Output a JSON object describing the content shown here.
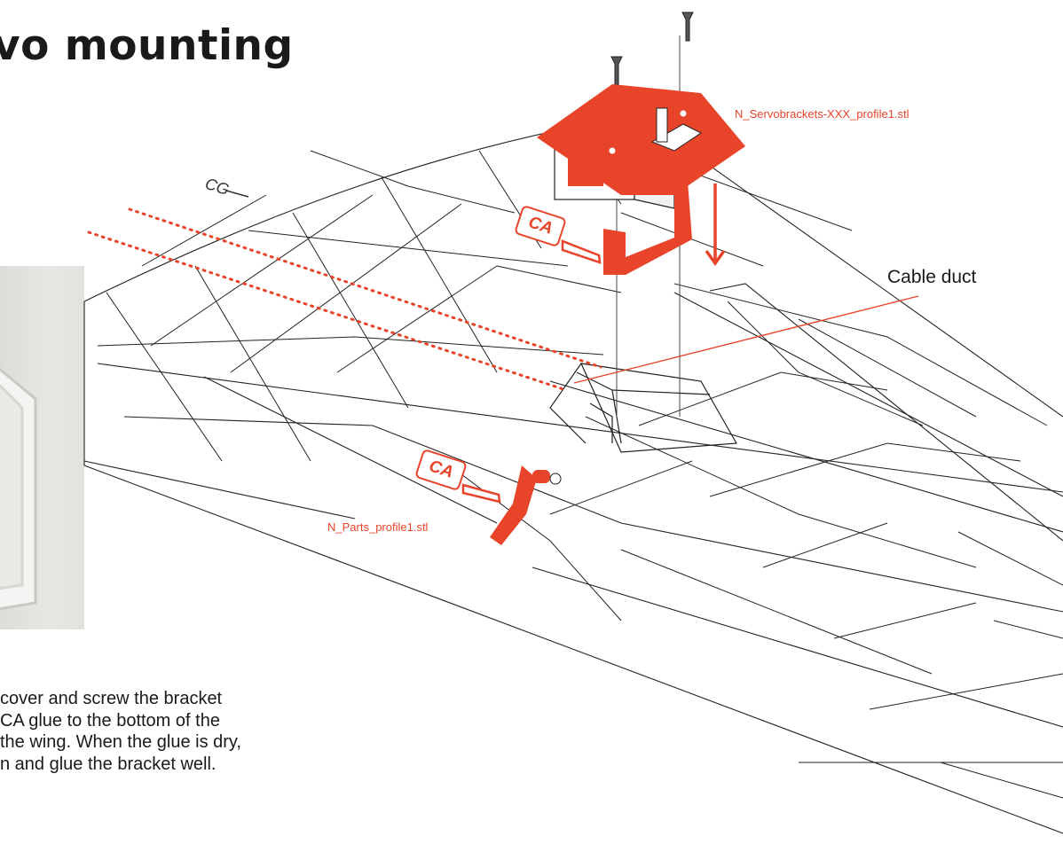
{
  "page": {
    "heading": "vo mounting",
    "labels": {
      "servo_bracket_file": "N_Servobrackets-XXX_profile1.stl",
      "parts_file": "N_Parts_profile1.stl",
      "cable_duct": "Cable duct",
      "cg_mark": "CG"
    },
    "ca_badges": [
      "CA",
      "CA"
    ],
    "body_lines": [
      "cover and screw the bracket",
      "CA glue to the bottom of the",
      "the wing. When the glue is dry,",
      "n and glue the bracket well."
    ]
  },
  "colors": {
    "accent": "#e8442a",
    "text": "#1a1a1a",
    "line": "#222222"
  }
}
